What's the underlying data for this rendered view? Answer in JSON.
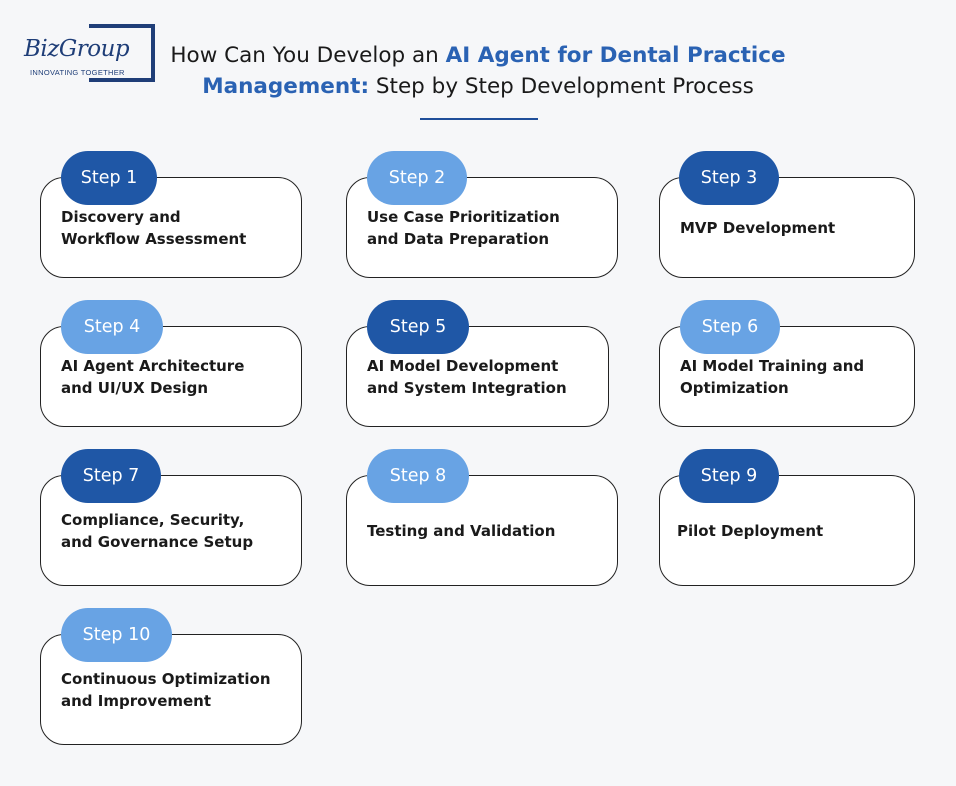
{
  "brand": {
    "name": "BizGroup",
    "tagline": "INNOVATING TOGETHER"
  },
  "title": {
    "part1": "How Can You Develop an ",
    "highlight1": "AI Agent for Dental Practice Management:",
    "part2": " Step by Step Development Process"
  },
  "colors": {
    "dark_step": "#1f57a6",
    "light_step": "#68a3e4",
    "highlight": "#2a62b3"
  },
  "steps": [
    {
      "label": "Step 1",
      "text": "Discovery and\nWorkflow Assessment",
      "tone": "dark"
    },
    {
      "label": "Step 2",
      "text": "Use Case Prioritization\nand Data Preparation",
      "tone": "light"
    },
    {
      "label": "Step 3",
      "text": "MVP Development",
      "tone": "dark"
    },
    {
      "label": "Step 4",
      "text": "AI Agent Architecture\nand UI/UX Design",
      "tone": "light"
    },
    {
      "label": "Step 5",
      "text": "AI Model Development\nand System Integration",
      "tone": "dark"
    },
    {
      "label": "Step 6",
      "text": "AI Model Training and\nOptimization",
      "tone": "light"
    },
    {
      "label": "Step 7",
      "text": "Compliance, Security,\nand Governance Setup",
      "tone": "dark"
    },
    {
      "label": "Step 8",
      "text": "Testing and Validation",
      "tone": "light"
    },
    {
      "label": "Step 9",
      "text": "Pilot Deployment",
      "tone": "dark"
    },
    {
      "label": "Step 10",
      "text": "Continuous Optimization\nand Improvement",
      "tone": "light"
    }
  ]
}
